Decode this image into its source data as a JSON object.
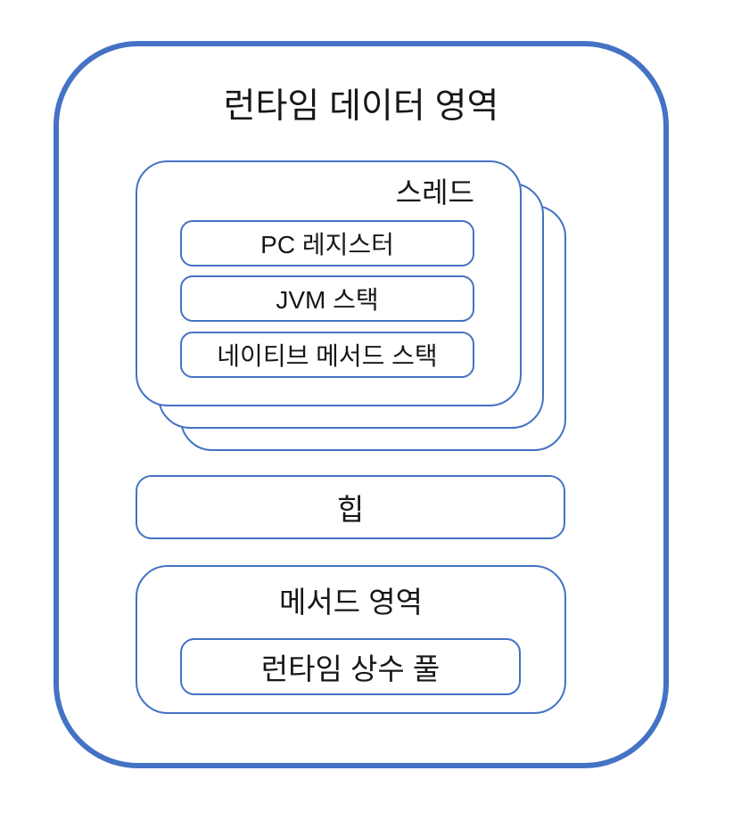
{
  "diagram": {
    "title": "런타임 데이터 영역",
    "thread_stack": {
      "label": "스레드",
      "stacked_card_count": 3,
      "items": [
        {
          "label": "PC 레지스터"
        },
        {
          "label": "JVM 스택"
        },
        {
          "label": "네이티브 메서드 스택"
        }
      ]
    },
    "heap": {
      "label": "힙"
    },
    "method_area": {
      "label": "메서드 영역",
      "items": [
        {
          "label": "런타임 상수 풀"
        }
      ]
    },
    "colors": {
      "outer_border": "#4472C4",
      "inner_border": "#4472C4",
      "text": "#171717",
      "background": "#ffffff"
    }
  }
}
